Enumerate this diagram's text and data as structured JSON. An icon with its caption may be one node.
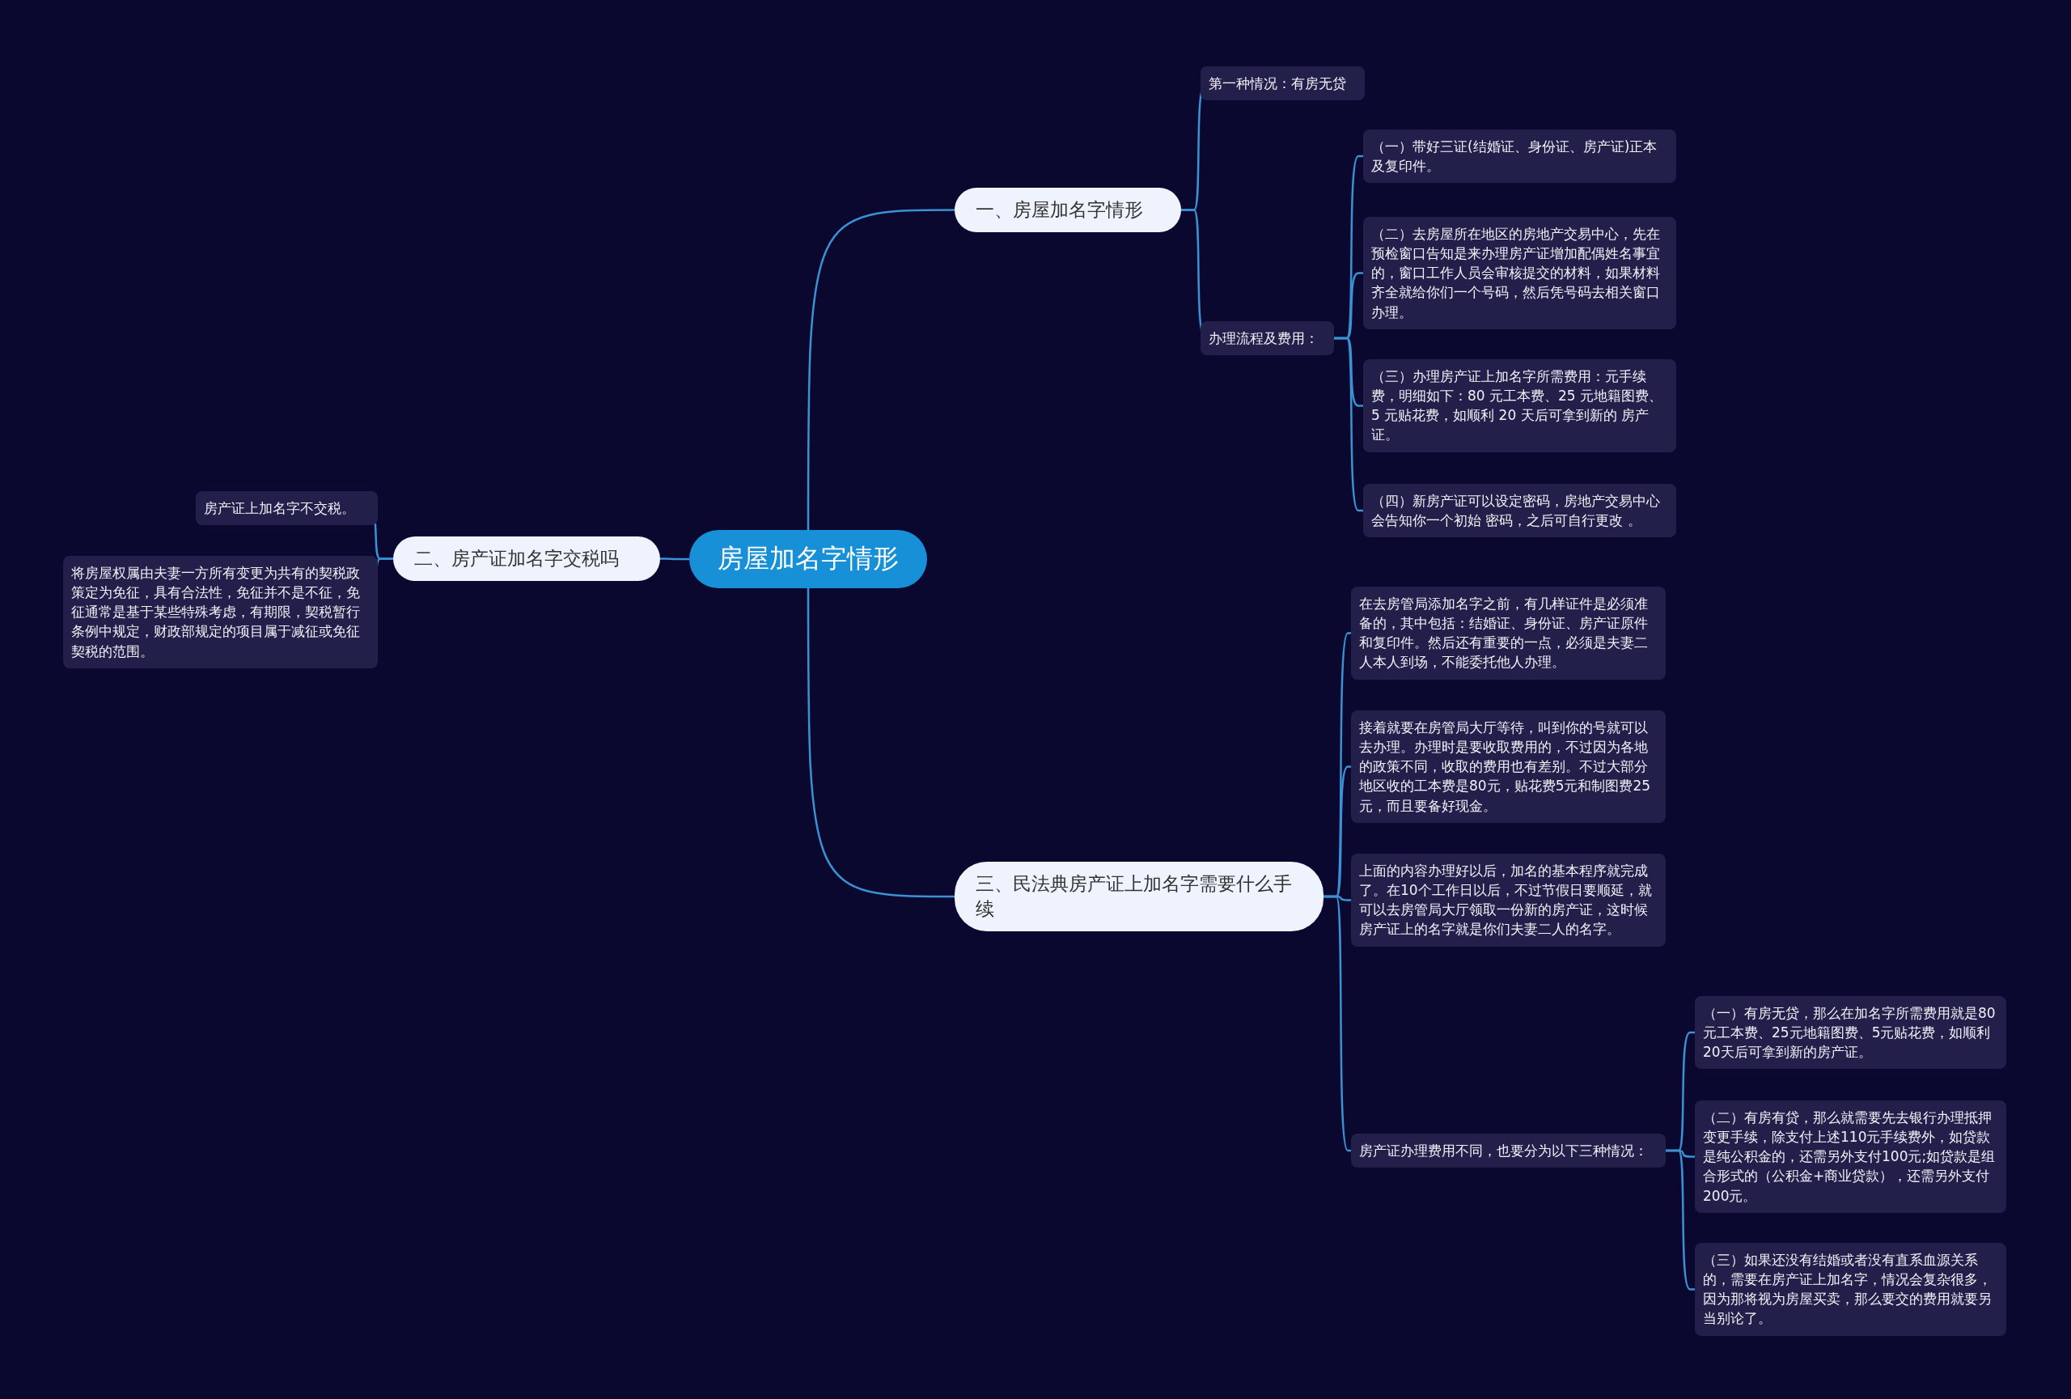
{
  "diagram": {
    "nodes": [
      {
        "text": [
          "房屋加名字情形"
        ]
      },
      {
        "text": [
          "一、房屋加名字情形"
        ]
      },
      {
        "text": [
          "第一种情况：有房无贷"
        ]
      },
      {
        "text": [
          "办理流程及费用："
        ]
      },
      {
        "text": [
          "（一）带好三证(结婚证、身份证、房产证)正本及复印件。"
        ]
      },
      {
        "text": [
          "（二）去房屋所在地区的房地产交易中心，先在预检窗口告知是来办理房产证增加配偶姓名事宜的，窗口工作人员会审核提交的材料，如果材料齐全就给你们一个号码，然后凭号码去相关窗口办理。"
        ]
      },
      {
        "text": [
          "（三）办理房产证上加名字所需费用：元手续费，明细如下：80 元工本费、25 元地籍图费、5 元贴花费，如顺利 20 天后可拿到新的 房产证。"
        ]
      },
      {
        "text": [
          "（四）新房产证可以设定密码，房地产交易中心会告知你一个初始 密码，之后可自行更改 。"
        ]
      },
      {
        "text": [
          "二、房产证加名字交税吗"
        ]
      },
      {
        "text": [
          "房产证上加名字不交税。"
        ]
      },
      {
        "text": [
          "将房屋权属由夫妻一方所有变更为共有的契税政策定为免征，具有合法性，免征并不是不征，免征通常是基于某些特殊考虑，有期限，契税暂行条例中规定，财政部规定的项目属于减征或免征契税的范围。"
        ]
      },
      {
        "text": [
          "三、民法典房产证上加名字需要什么手续"
        ]
      },
      {
        "text": [
          "在去房管局添加名字之前，有几样证件是必须准备的，其中包括：结婚证、身份证、房产证原件和复印件。然后还有重要的一点，必须是夫妻二人本人到场，不能委托他人办理。"
        ]
      },
      {
        "text": [
          "接着就要在房管局大厅等待，叫到你的号就可以去办理。办理时是要收取费用的，不过因为各地的政策不同，收取的费用也有差别。不过大部分地区收的工本费是80元，贴花费5元和制图费25元，而且要备好现金。"
        ]
      },
      {
        "text": [
          "上面的内容办理好以后，加名的基本程序就完成了。在10个工作日以后，不过节假日要顺延，就可以去房管局大厅领取一份新的房产证，这时候房产证上的名字就是你们夫妻二人的名字。"
        ]
      },
      {
        "text": [
          "房产证办理费用不同，也要分为以下三种情况："
        ]
      },
      {
        "text": [
          "（一）有房无贷，那么在加名字所需费用就是80元工本费、25元地籍图费、5元贴花费，如顺利20天后可拿到新的房产证。"
        ]
      },
      {
        "text": [
          "（二）有房有贷，那么就需要先去银行办理抵押变更手续，除支付上述110元手续费外，如贷款是纯公积金的，还需另外支付100元;如贷款是组合形式的（公积金+商业贷款），还需另外支付200元。"
        ]
      },
      {
        "text": [
          "（三）如果还没有结婚或者没有直系血源关系的，需要在房产证上加名字，情况会复杂很多，因为那将视为房屋买卖，那么要交的费用就要另当别论了。"
        ]
      }
    ],
    "edges": [
      {
        "from": 0,
        "to": 1,
        "arrow": "none"
      },
      {
        "from": 1,
        "to": 2,
        "arrow": "none"
      },
      {
        "from": 1,
        "to": 3,
        "arrow": "none"
      },
      {
        "from": 3,
        "to": 4,
        "arrow": "none"
      },
      {
        "from": 3,
        "to": 5,
        "arrow": "none"
      },
      {
        "from": 3,
        "to": 6,
        "arrow": "none"
      },
      {
        "from": 3,
        "to": 7,
        "arrow": "none"
      },
      {
        "from": 0,
        "to": 8,
        "arrow": "none"
      },
      {
        "from": 8,
        "to": 9,
        "arrow": "none"
      },
      {
        "from": 8,
        "to": 10,
        "arrow": "none"
      },
      {
        "from": 0,
        "to": 11,
        "arrow": "none"
      },
      {
        "from": 11,
        "to": 12,
        "arrow": "none"
      },
      {
        "from": 11,
        "to": 13,
        "arrow": "none"
      },
      {
        "from": 11,
        "to": 14,
        "arrow": "none"
      },
      {
        "from": 11,
        "to": 15,
        "arrow": "none"
      },
      {
        "from": 15,
        "to": 16,
        "arrow": "none"
      },
      {
        "from": 15,
        "to": 17,
        "arrow": "none"
      },
      {
        "from": 15,
        "to": 18,
        "arrow": "none"
      }
    ]
  }
}
